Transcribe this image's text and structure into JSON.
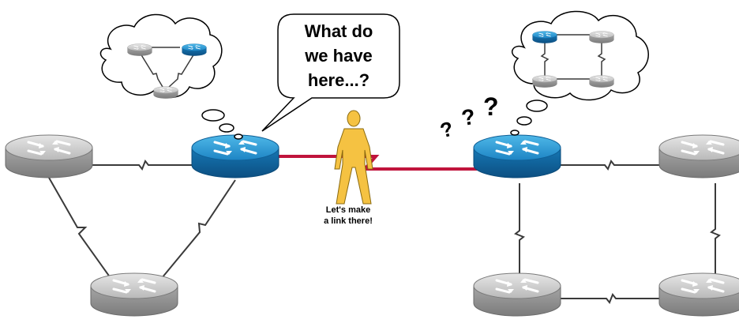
{
  "speech_bubble": {
    "line1": "What do",
    "line2": "we have",
    "line3": "here...?"
  },
  "question_marks": [
    "?",
    "?",
    "?"
  ],
  "person_caption": {
    "line1": "Let's make",
    "line2": "a link there!"
  },
  "colors": {
    "router_gray": "#b8b8b8",
    "router_blue": "#1f8fc8",
    "new_link": "#c0143c",
    "person": "#f5c242"
  },
  "icons": [
    "router-icon",
    "person-icon",
    "thought-cloud-icon",
    "speech-bubble-icon",
    "serial-link-icon"
  ]
}
